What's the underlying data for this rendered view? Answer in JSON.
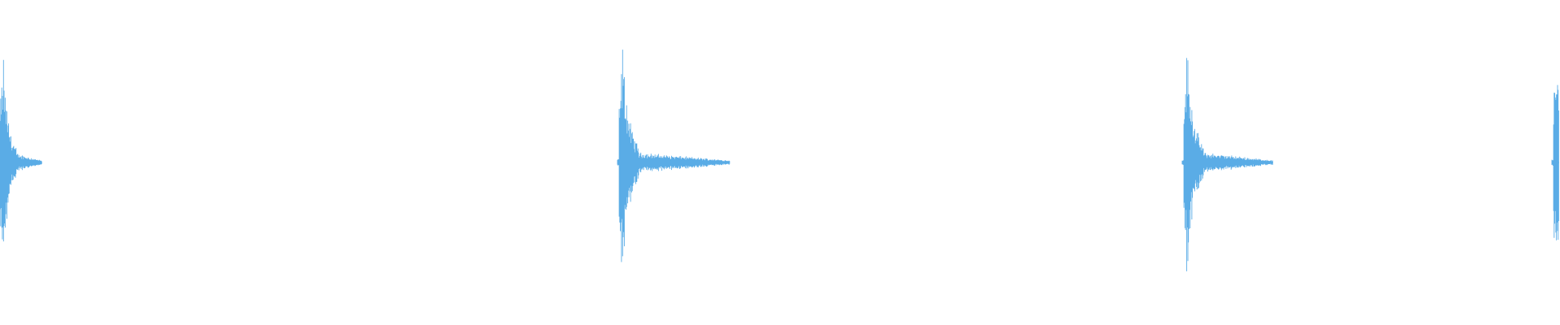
{
  "waveform": {
    "color": "#5aace6",
    "background": "#ffffff",
    "events": [
      {
        "position": 0.0,
        "peak": 0.92,
        "decay": 0.7,
        "tail": 0.16
      },
      {
        "position": 0.397,
        "peak": 1.0,
        "decay": 1.0,
        "tail": 0.56
      },
      {
        "position": 0.759,
        "peak": 1.0,
        "decay": 1.0,
        "tail": 0.43
      },
      {
        "position": 0.996,
        "peak": 1.0,
        "decay": 1.0,
        "tail": 0.1
      }
    ]
  }
}
